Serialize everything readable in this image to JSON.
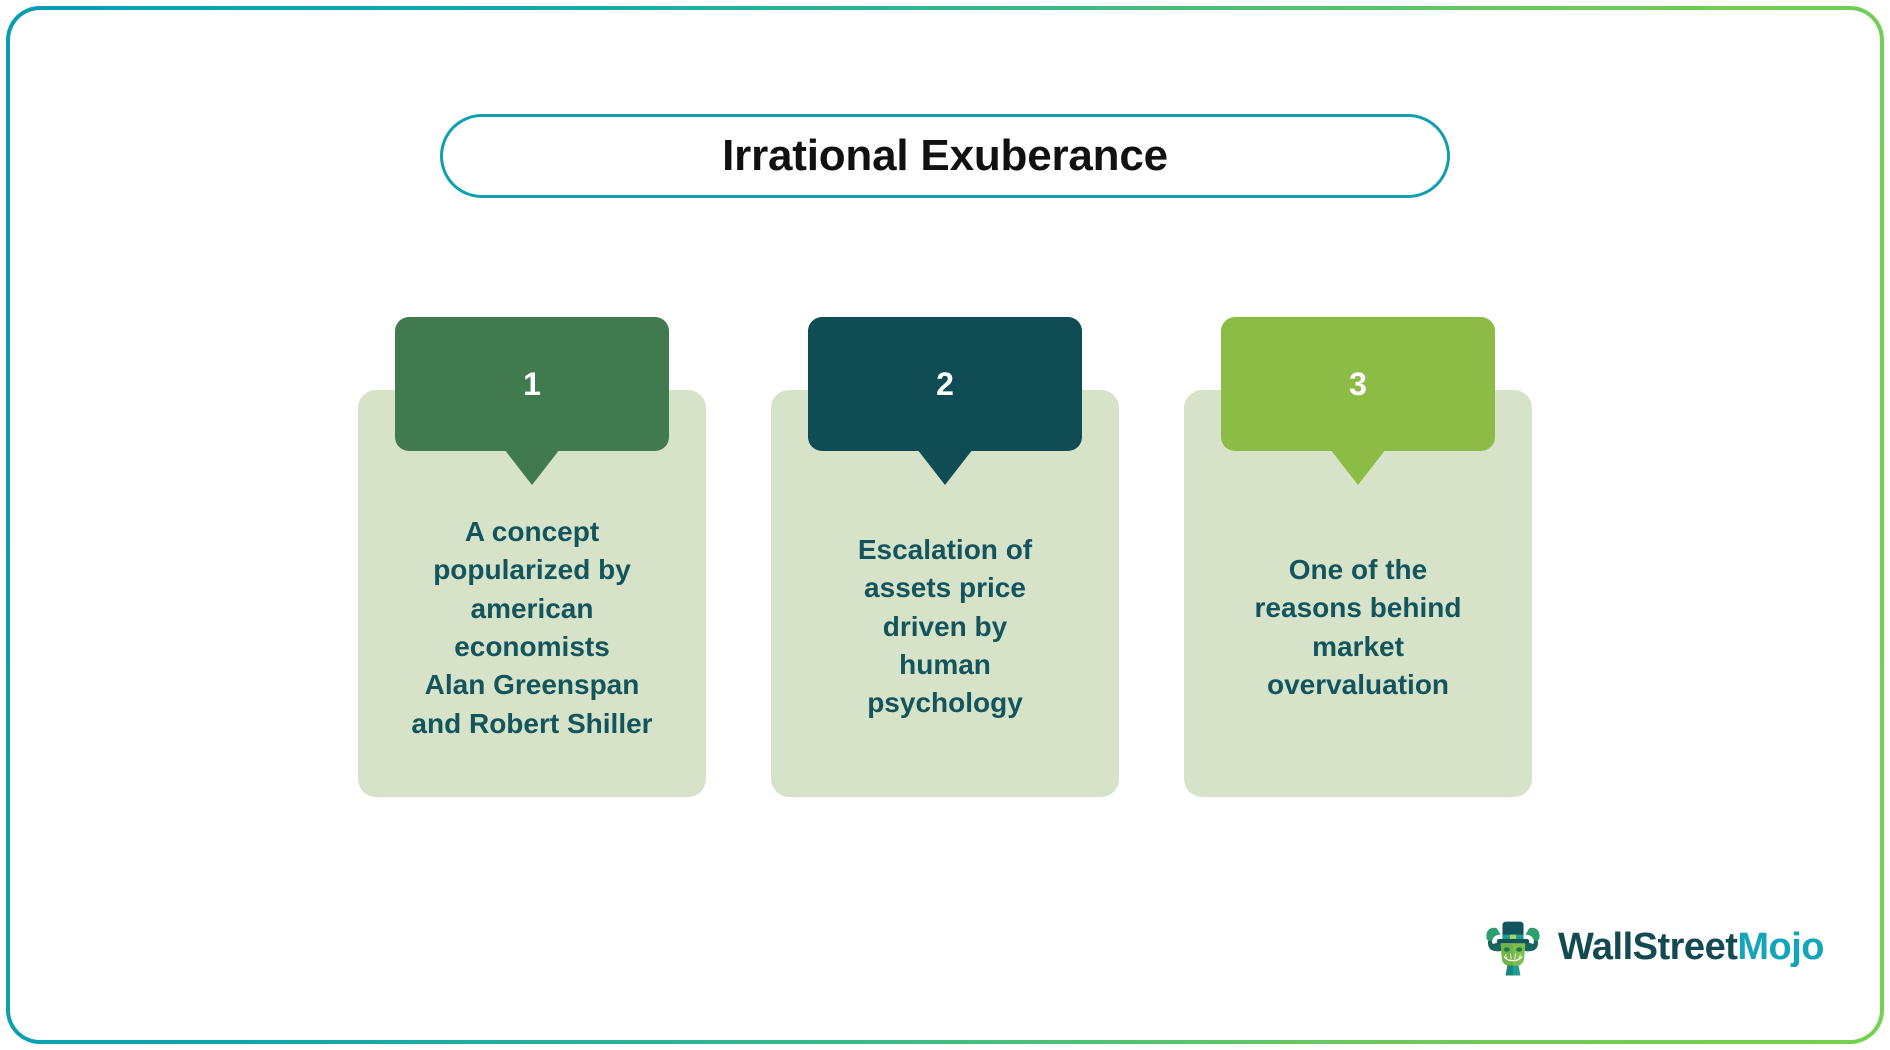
{
  "header": {
    "title": "Irrational Exuberance"
  },
  "cards": [
    {
      "number": "1",
      "text": "A concept\npopularized by\namerican\neconomists\nAlan Greenspan\nand Robert Shiller",
      "badge_color": "#417a4e"
    },
    {
      "number": "2",
      "text": "Escalation of\nassets price\ndriven by\nhuman\npsychology",
      "badge_color": "#0f4c53"
    },
    {
      "number": "3",
      "text": "One of the\nreasons behind\nmarket\novervaluation",
      "badge_color": "#8cbc46"
    }
  ],
  "logo": {
    "name_primary": "WallStreet",
    "name_secondary": "Mojo",
    "mark": "bull-mascot-icon"
  },
  "colors": {
    "frame_gradient_start": "#0a9db2",
    "frame_gradient_end": "#72d24f",
    "title_border": "#0f9fae",
    "card_body": "#d6e3c9",
    "card_text": "#14545c",
    "badge_1": "#417a4e",
    "badge_2": "#0f4c53",
    "badge_3": "#8cbc46",
    "logo_primary": "#134a52",
    "logo_secondary": "#13a5b8",
    "background": "#ffffff"
  }
}
